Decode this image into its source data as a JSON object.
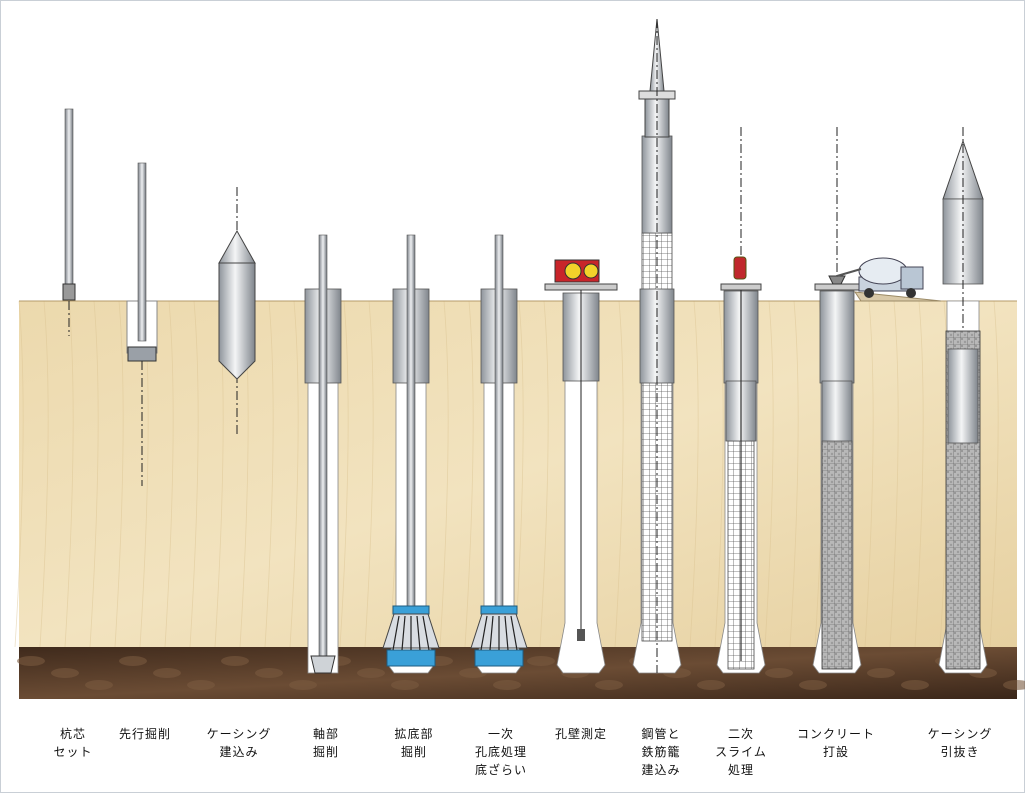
{
  "diagram": {
    "steps": [
      {
        "label": "杭芯\nセット"
      },
      {
        "label": "先行掘削"
      },
      {
        "label": "ケーシング\n建込み"
      },
      {
        "label": "軸部\n掘削"
      },
      {
        "label": "拡底部\n掘削"
      },
      {
        "label": "一次\n孔底処理\n底ざらい"
      },
      {
        "label": "孔壁測定"
      },
      {
        "label": "鋼管と\n鉄筋籠\n建込み"
      },
      {
        "label": "二次\nスライム\n処理"
      },
      {
        "label": "コンクリート\n打設"
      },
      {
        "label": "ケーシング\n引抜き"
      }
    ],
    "colors": {
      "soil": "#e8d3a6",
      "bearing_layer": "#4b3322",
      "casing": "#bfc4ca",
      "hole": "#ffffff",
      "bucket": "#3aa0d8",
      "pump": "#c0282c",
      "measure_device": "#c8242a",
      "concrete": "#bdbdbd",
      "truck": "#c9d3de"
    }
  }
}
